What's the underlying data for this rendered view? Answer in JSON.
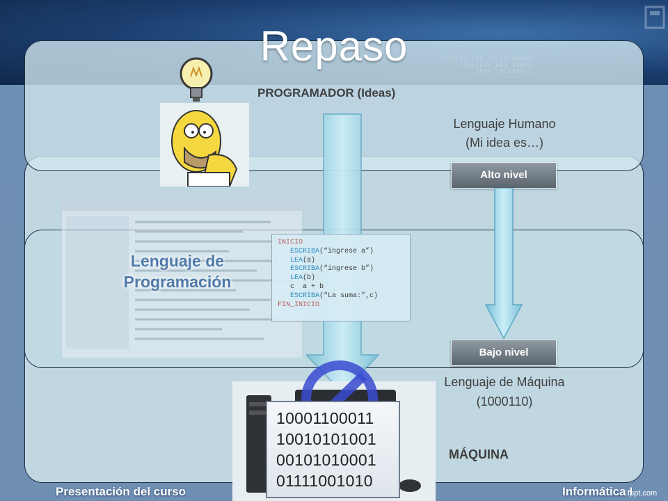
{
  "title": "Repaso",
  "top_label": "PROGRAMADOR (Ideas)",
  "human_language": {
    "line1": "Lenguaje Humano",
    "line2": "(Mi idea es…)"
  },
  "high_level_label": "Alto nivel",
  "low_level_label": "Bajo nivel",
  "programming_language": {
    "line1": "Lenguaje de",
    "line2": "Programación"
  },
  "pseudocode": {
    "line1": "INICIO",
    "w1": "ESCRIBA",
    "a1": "(“ingrese a”)",
    "l1": "LEA",
    "a2": "(a)",
    "w2": "ESCRIBA",
    "a3": "(“ingrese b”)",
    "l2": "LEA",
    "a4": "(b)",
    "assign": "c  a + b",
    "w3": "ESCRIBA",
    "a5": "(“La suma:”,c)",
    "end": "FIN_INICIO"
  },
  "machine_language": {
    "line1": "Lenguaje de Máquina",
    "line2": "(1000110)"
  },
  "binary_lines": [
    "10001100011",
    "10010101001",
    "00101010001",
    "01111001010"
  ],
  "machine_label": "MÁQUINA",
  "footer": {
    "left": "Presentación del curso",
    "right": "Informática I",
    "brand": "fppt.com"
  },
  "colors": {
    "accent_blue": "#4f7aaa",
    "arrow": "#9fd4e6",
    "header": "#1c3f70"
  },
  "icons": [
    "lightbulb-icon",
    "homer-thinking-illustration",
    "computer-tower-illustration",
    "forbidden-sign-icon",
    "mouse-icon",
    "down-arrow-icon"
  ]
}
